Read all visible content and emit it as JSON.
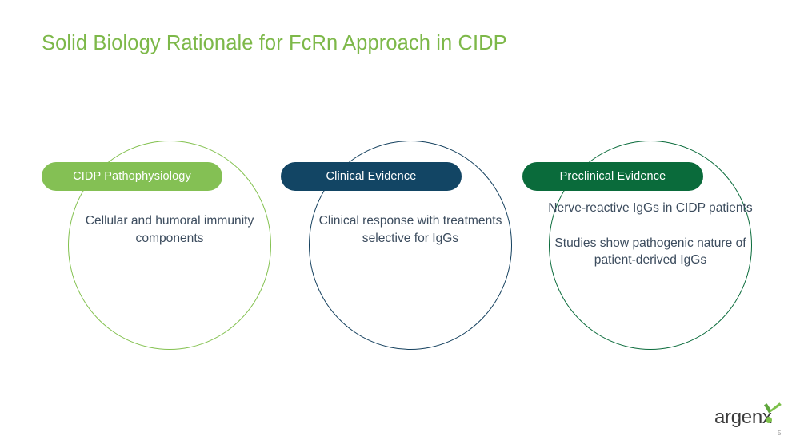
{
  "slide": {
    "title": "Solid Biology Rationale for FcRn Approach in CIDP",
    "page_number": "5",
    "background_color": "#ffffff",
    "title_color": "#7DB849"
  },
  "groups": [
    {
      "id": "cidp-pathophysiology",
      "label": "CIDP Pathophysiology",
      "accent_color": "#84C054",
      "circle_border_color": "#83C14F",
      "paragraphs": [
        "Cellular and humoral immunity components"
      ]
    },
    {
      "id": "clinical-evidence",
      "label": "Clinical Evidence",
      "accent_color": "#124564",
      "circle_border_color": "#14405E",
      "paragraphs": [
        "Clinical response with treatments selective for IgGs"
      ]
    },
    {
      "id": "preclinical-evidence",
      "label": "Preclinical Evidence",
      "accent_color": "#0A6B3B",
      "circle_border_color": "#0A6B3B",
      "paragraphs": [
        "Nerve-reactive IgGs in CIDP patients",
        "Studies show pathogenic nature of patient-derived IgGs"
      ]
    }
  ],
  "logo": {
    "wordmark": "argenx",
    "wordmark_color": "#3B3B3B",
    "check_color": "#5FA63C",
    "check_light_color": "#7CC04A",
    "dot_color": "#7CC04A"
  },
  "body_text_color": "#3C4C5E"
}
